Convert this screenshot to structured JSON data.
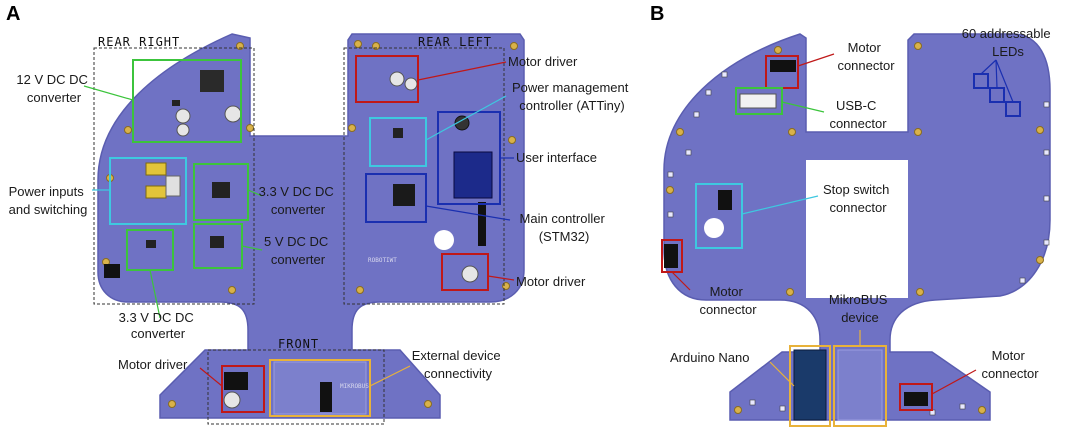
{
  "panels": {
    "a": "A",
    "b": "B"
  },
  "regions": {
    "rear_right": "REAR RIGHT",
    "rear_left": "REAR LEFT",
    "front": "FRONT"
  },
  "board_marks": {
    "robot_mark": "ROBOTIWT",
    "mikrobus_mark": "MIKROBUS"
  },
  "panel_a": {
    "dc12": [
      "12 V DC DC",
      "converter"
    ],
    "power_inputs": [
      "Power inputs",
      "and switching"
    ],
    "dc33_upper": [
      "3.3 V DC DC",
      "converter"
    ],
    "dc5": [
      "5 V DC DC",
      "converter"
    ],
    "dc33_lower": [
      "3.3 V DC DC",
      "converter"
    ],
    "motor_driver_front": "Motor driver",
    "motor_driver_top": "Motor  driver",
    "power_mgmt": [
      "Power management",
      "controller (ATTiny)"
    ],
    "user_interface": "User interface",
    "main_controller": [
      "Main controller",
      "(STM32)"
    ],
    "motor_driver_right": "Motor  driver",
    "external_device": [
      "External device",
      "connectivity"
    ]
  },
  "panel_b": {
    "motor_conn_top": [
      "Motor",
      "connector"
    ],
    "usbc": [
      "USB-C",
      "connector"
    ],
    "leds": [
      "60 addressable",
      "LEDs"
    ],
    "stop_switch": [
      "Stop switch",
      "connector"
    ],
    "motor_conn_left": [
      "Motor",
      "connector"
    ],
    "mikrobus": [
      "MikroBUS",
      "device"
    ],
    "arduino": "Arduino Nano",
    "motor_conn_right": [
      "Motor",
      "connector"
    ]
  },
  "colors": {
    "board": "#6f72c4",
    "board_edge": "#5a5db0",
    "green": "#3cc43c",
    "cyan": "#3ec8e0",
    "blue": "#1a2fb0",
    "red": "#c01818",
    "orange": "#e8b23a",
    "dashed": "#333333"
  }
}
